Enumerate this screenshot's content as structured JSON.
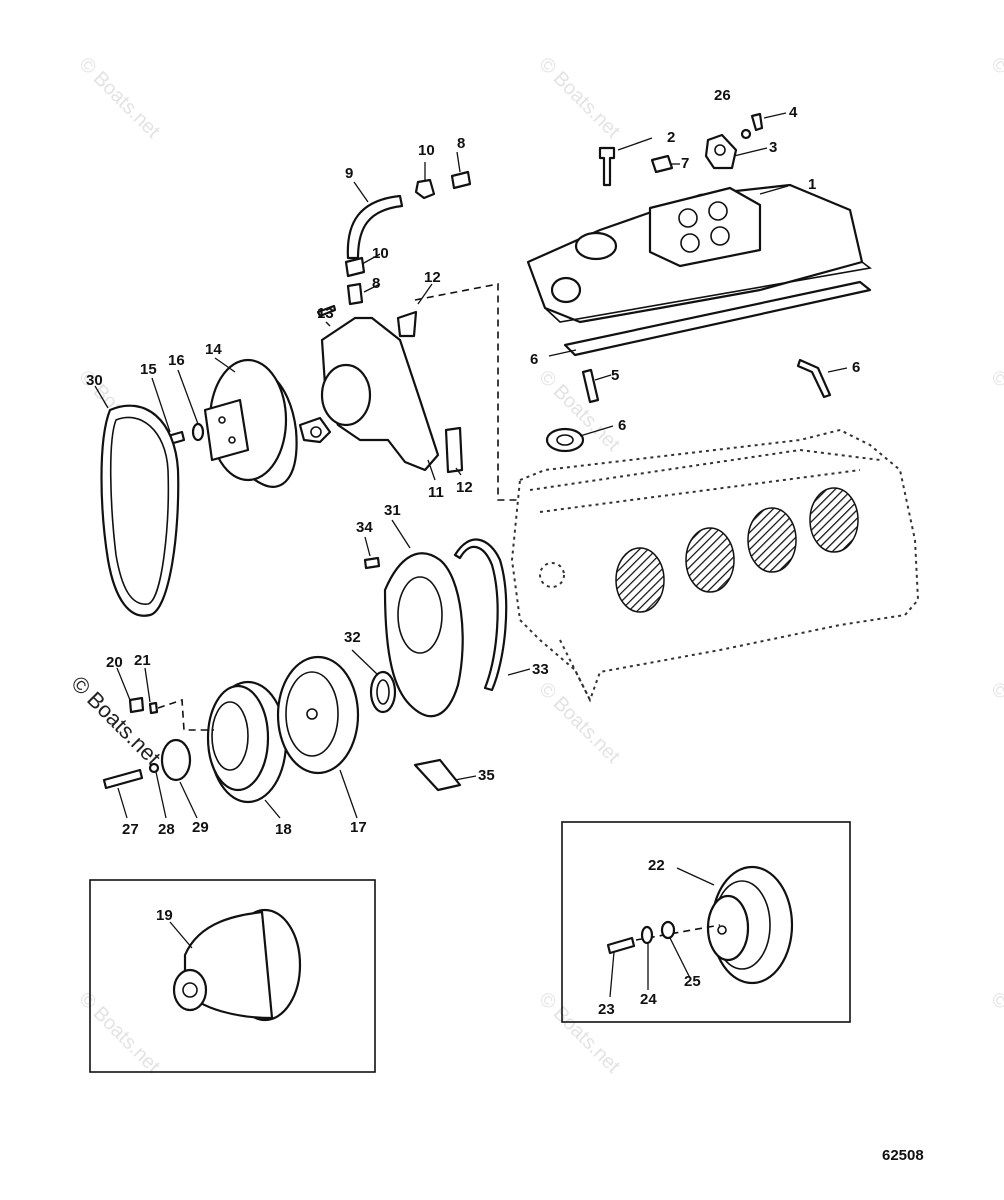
{
  "diagram": {
    "figure_number": "62508",
    "watermark": "© Boats.net",
    "callouts": [
      "1",
      "2",
      "3",
      "4",
      "5",
      "6",
      "7",
      "8",
      "9",
      "10",
      "11",
      "12",
      "13",
      "14",
      "15",
      "16",
      "17",
      "18",
      "19",
      "20",
      "21",
      "22",
      "23",
      "24",
      "25",
      "26",
      "27",
      "28",
      "29",
      "30",
      "31",
      "32",
      "33",
      "34",
      "35"
    ]
  }
}
